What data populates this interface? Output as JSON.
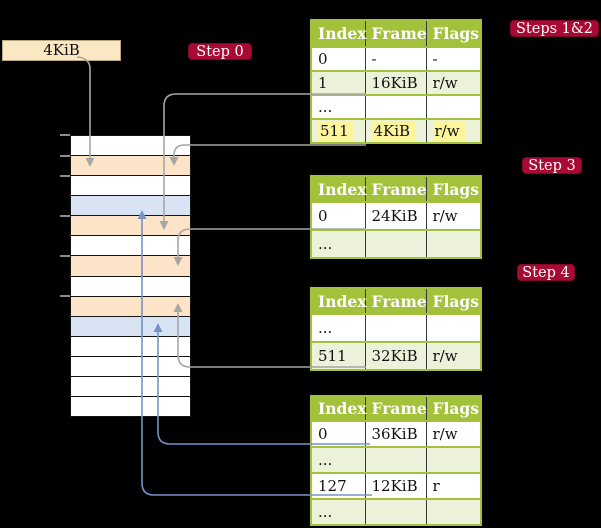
{
  "figure": {
    "background": "#000000",
    "size_box": {
      "label": "4KiB"
    },
    "badges": {
      "step0": "Step 0",
      "steps12": "Steps 1&2",
      "step3": "Step 3",
      "step4": "Step 4"
    },
    "memory_strip": {
      "rows": [
        "white",
        "wheat",
        "white",
        "blue",
        "wheat",
        "white",
        "wheat",
        "white",
        "wheat",
        "blue",
        "white",
        "white",
        "white",
        "white"
      ]
    },
    "tables": [
      {
        "name": "page-table-steps-1-2",
        "headers": [
          "Index",
          "Frame",
          "Flags"
        ],
        "rows": [
          {
            "cells": [
              "0",
              "-",
              "-"
            ],
            "shaded": false,
            "highlight": false
          },
          {
            "cells": [
              "1",
              "16KiB",
              "r/w"
            ],
            "shaded": true,
            "highlight": false
          },
          {
            "cells": [
              "...",
              "",
              ""
            ],
            "shaded": false,
            "highlight": false
          },
          {
            "cells": [
              "511",
              "4KiB",
              "r/w"
            ],
            "shaded": true,
            "highlight": true
          }
        ]
      },
      {
        "name": "page-table-step-3",
        "headers": [
          "Index",
          "Frame",
          "Flags"
        ],
        "rows": [
          {
            "cells": [
              "0",
              "24KiB",
              "r/w"
            ],
            "shaded": false,
            "highlight": false
          },
          {
            "cells": [
              "...",
              "",
              ""
            ],
            "shaded": true,
            "highlight": false
          }
        ]
      },
      {
        "name": "page-table-step-4",
        "headers": [
          "Index",
          "Frame",
          "Flags"
        ],
        "rows": [
          {
            "cells": [
              "...",
              "",
              ""
            ],
            "shaded": false,
            "highlight": false
          },
          {
            "cells": [
              "511",
              "32KiB",
              "r/w"
            ],
            "shaded": true,
            "highlight": false
          }
        ]
      },
      {
        "name": "page-table-final",
        "headers": [
          "Index",
          "Frame",
          "Flags"
        ],
        "rows": [
          {
            "cells": [
              "0",
              "36KiB",
              "r/w"
            ],
            "shaded": false,
            "highlight": false
          },
          {
            "cells": [
              "...",
              "",
              ""
            ],
            "shaded": true,
            "highlight": false
          },
          {
            "cells": [
              "127",
              "12KiB",
              "r"
            ],
            "shaded": false,
            "highlight": false
          },
          {
            "cells": [
              "...",
              "",
              ""
            ],
            "shaded": true,
            "highlight": false
          }
        ]
      }
    ],
    "colors": {
      "table_header_green": "#A4C13C",
      "table_row_green": "#ECF1DA",
      "highlight_yellow": "#FCF59B",
      "badge_crimson": "#A80A34",
      "strip_wheat": "#FDE3C8",
      "strip_blue": "#D8E4F4",
      "arrow_gray": "#A6A6A6",
      "arrow_blue": "#7593C7"
    }
  }
}
